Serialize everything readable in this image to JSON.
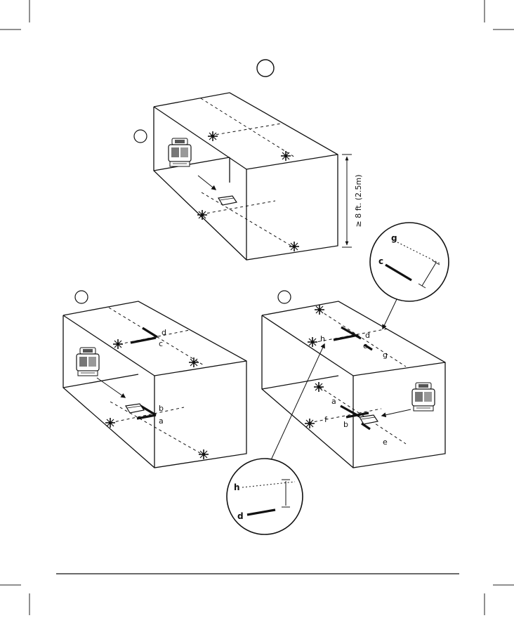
{
  "step_label": "",
  "height_note": "≥ 8 ft. (2.5m)",
  "point_labels": {
    "a": "a",
    "b": "b",
    "c": "c",
    "d": "d",
    "e": "e",
    "f": "f",
    "g": "g",
    "h": "h"
  },
  "icons": [
    "laser-level-icon",
    "laser-cross-icon",
    "target-card-icon",
    "magnifier-callout"
  ]
}
